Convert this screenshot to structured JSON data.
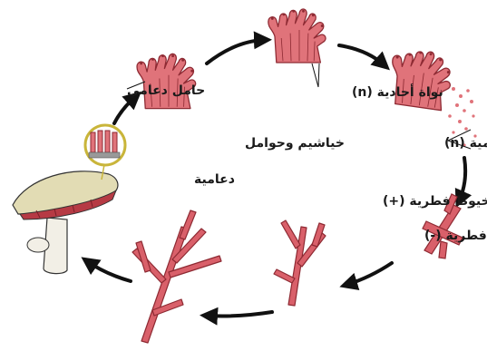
{
  "labels": {
    "basidium_bearer": "حامل دعامي",
    "haploid_nucleus": "نواة أحادية (n)",
    "gills_and_basidia_line1": "خياشيم وحوامل",
    "gills_and_basidia_line2": "دعامية",
    "basidiospores": "أبواغ دعامية (n)",
    "hyphae_plus": "خيوط فطرية (+)",
    "hyphae_minus": "خيوط فطرية (-)"
  },
  "colors": {
    "basidia_fill": "#e0737a",
    "basidia_stroke": "#8e2a33",
    "hyphae_fill": "#d9606a",
    "mushroom_cap": "#e2dcb4",
    "mushroom_gills": "#b63a44",
    "mushroom_stem": "#f2efe6",
    "arrow": "#111111",
    "zoom_ring": "#c9b53a"
  },
  "icons": [
    "basidium-cluster-icon",
    "mushroom-icon",
    "hypha-branch-icon",
    "cycle-arrow-icon",
    "spore-dots-icon"
  ]
}
